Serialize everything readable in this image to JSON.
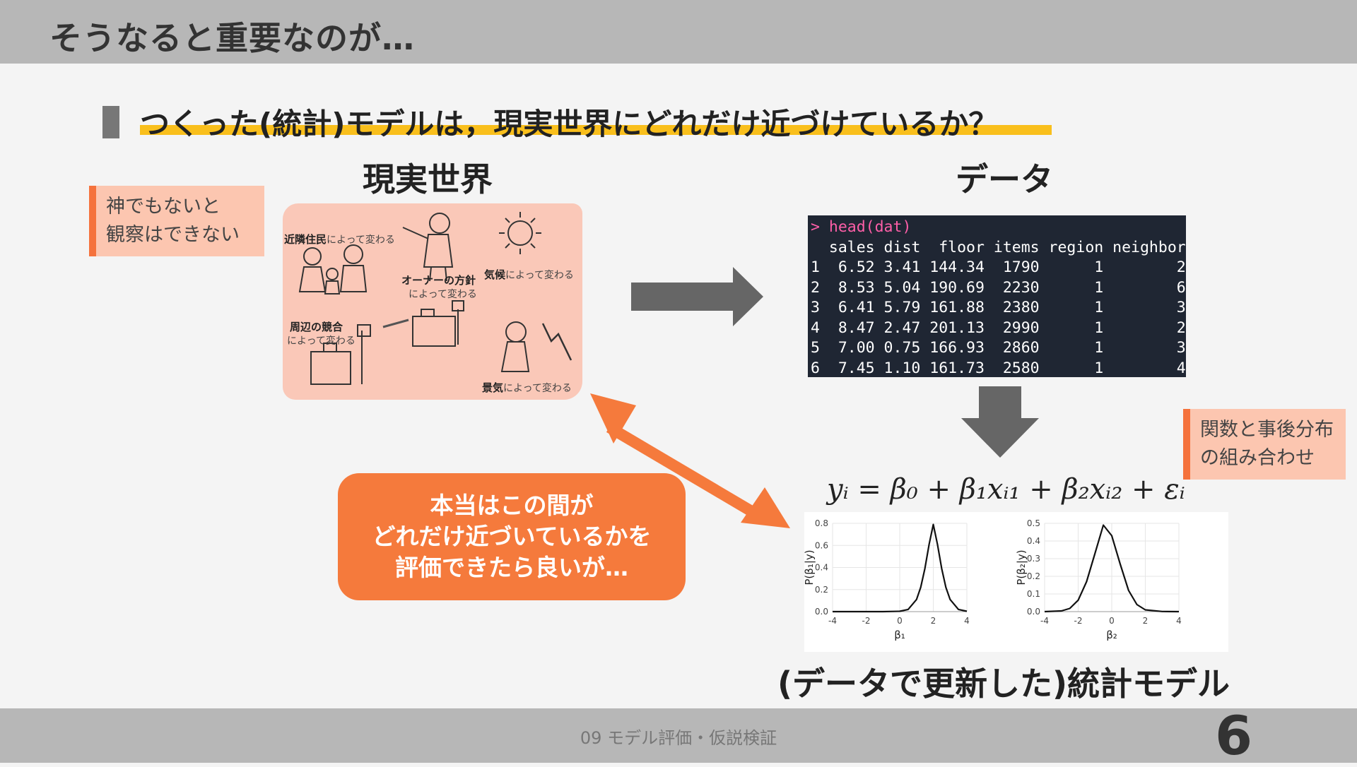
{
  "header": {
    "title": "そうなると重要なのが…"
  },
  "heading": "つくった(統計)モデルは，現実世界にどれだけ近づけているか？",
  "labels": {
    "real_world": "現実世界",
    "data": "データ",
    "model": "(データで更新した)統計モデル"
  },
  "notes": {
    "observe_line1": "神でもないと",
    "observe_line2": "観察はできない",
    "func_line1": "関数と事後分布",
    "func_line2": "の組み合わせ"
  },
  "illustration": {
    "neighbors_bold": "近隣住民",
    "neighbors_rest": "によって変わる",
    "owner_bold": "オーナーの方針",
    "owner_rest": "によって変わる",
    "weather_bold": "気候",
    "weather_rest": "によって変わる",
    "competition_bold": "周辺の競合",
    "competition_rest": "によって変わる",
    "economy_bold": "景気",
    "economy_rest": "によって変わる"
  },
  "code": {
    "prompt": "> head(dat)",
    "header": "  sales dist  floor items region neighbor",
    "rows": [
      "1  6.52 3.41 144.34  1790      1        2",
      "2  8.53 5.04 190.69  2230      1        6",
      "3  6.41 5.79 161.88  2380      1        3",
      "4  8.47 2.47 201.13  2990      1        2",
      "5  7.00 0.75 166.93  2860      1        3",
      "6  7.45 1.10 161.73  2580      1        4"
    ]
  },
  "callout": {
    "line1": "本当はこの間が",
    "line2": "どれだけ近づいているかを",
    "line3": "評価できたら良いが…"
  },
  "formula": "yᵢ = β₀ + β₁xᵢ₁ + β₂xᵢ₂ + εᵢ",
  "chart_data": [
    {
      "type": "line",
      "xlabel": "β₁",
      "ylabel": "P(β₁|y)",
      "xlim": [
        -4,
        4
      ],
      "ylim": [
        0,
        0.8
      ],
      "xticks": [
        -4,
        -2,
        0,
        2,
        4
      ],
      "yticks": [
        0.0,
        0.2,
        0.4,
        0.6,
        0.8
      ],
      "x": [
        -4,
        -3,
        -2,
        -1,
        0,
        0.5,
        1,
        1.25,
        1.5,
        1.75,
        2,
        2.25,
        2.5,
        2.75,
        3,
        3.5,
        4
      ],
      "y": [
        0,
        0,
        0,
        0,
        0.003,
        0.02,
        0.11,
        0.22,
        0.39,
        0.61,
        0.79,
        0.61,
        0.39,
        0.22,
        0.11,
        0.02,
        0.003
      ],
      "grid": true
    },
    {
      "type": "line",
      "xlabel": "β₂",
      "ylabel": "P(β₂|y)",
      "xlim": [
        -4,
        4
      ],
      "ylim": [
        0,
        0.5
      ],
      "xticks": [
        -4,
        -2,
        0,
        2,
        4
      ],
      "yticks": [
        0.0,
        0.1,
        0.2,
        0.3,
        0.4,
        0.5
      ],
      "x": [
        -4,
        -3,
        -2.5,
        -2,
        -1.5,
        -1,
        -0.5,
        0,
        0.5,
        1,
        1.5,
        2,
        3,
        4
      ],
      "y": [
        0,
        0.004,
        0.018,
        0.065,
        0.17,
        0.33,
        0.49,
        0.43,
        0.27,
        0.12,
        0.04,
        0.01,
        0.001,
        0
      ],
      "grid": true
    }
  ],
  "footer": {
    "text": "09 モデル評価・仮説検証",
    "page": "6"
  },
  "colors": {
    "accent": "#f57a3c",
    "highlight": "#f9bf1c",
    "bar": "#b7b7b7",
    "code_bg": "#1f2633"
  }
}
